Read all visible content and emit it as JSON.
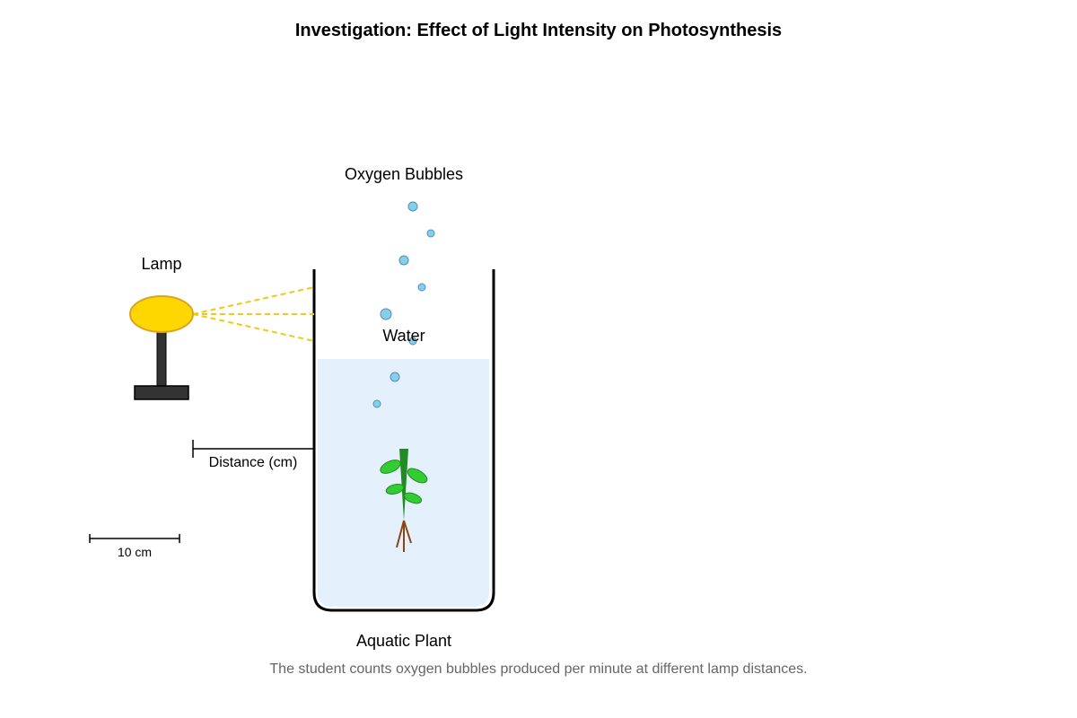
{
  "title": "Investigation: Effect of Light Intensity on Photosynthesis",
  "labels": {
    "oxygen_bubbles": "Oxygen Bubbles",
    "lamp": "Lamp",
    "water": "Water",
    "distance": "Distance (cm)",
    "scale": "10 cm",
    "aquatic_plant": "Aquatic Plant"
  },
  "caption": "The student counts oxygen bubbles produced per minute at different lamp distances.",
  "colors": {
    "lamp_bulb": "#FFD700",
    "lamp_bulb_stroke": "#DAA520",
    "lamp_stand": "#333333",
    "light_rays": "#F2C811",
    "water": "#E4F1FC",
    "beaker": "#000000",
    "bubble_fill": "#87CEEB",
    "bubble_stroke": "#4A90B8",
    "stem": "#228B22",
    "leaf": "#32CD32",
    "leaf_stroke": "#228B22",
    "roots": "#8B4513",
    "caption": "#666666"
  }
}
